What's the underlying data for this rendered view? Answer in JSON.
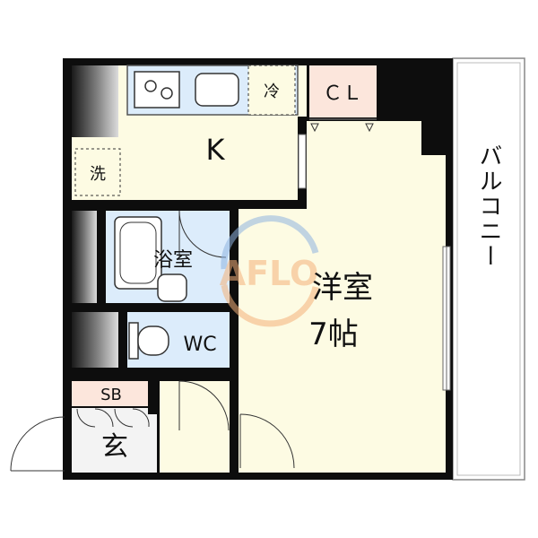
{
  "rooms": {
    "kitchen": "K",
    "fridge": "冷",
    "laundry": "洗",
    "closet": "ＣＬ",
    "bath": "浴室",
    "toilet": "WC",
    "western_room": "洋室",
    "western_size": "7帖",
    "shoe_box": "SB",
    "entrance": "玄",
    "balcony": "バルコニー"
  },
  "watermark": "AFLO",
  "colors": {
    "wall": "#0d0d0d",
    "room_yellow": "#fdfbe3",
    "wet_blue": "#dcecfb",
    "closet_peach": "#fce6dc",
    "entrance_grey": "#f3f3f3",
    "watermark_blue": "#8fb4e0",
    "watermark_orange": "#f4b27a"
  }
}
